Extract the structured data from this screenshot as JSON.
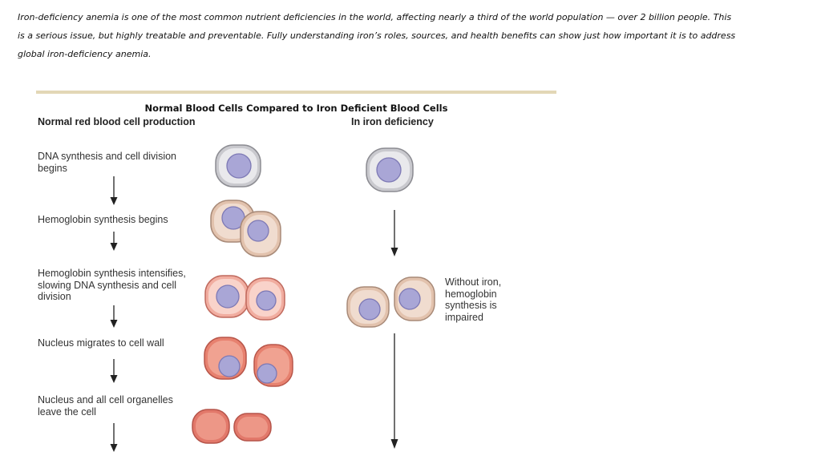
{
  "intro": {
    "paragraph": "Iron-deficiency anemia is one of the most common nutrient deficiencies in the world, affecting nearly a third of the world population — over 2 billion people. This is a serious issue, but highly treatable and preventable. Fully understanding iron’s roles, sources, and health benefits can show just how important it is to address global iron-deficiency anemia."
  },
  "figure": {
    "title": "Normal Blood Cells Compared to Iron Deficient Blood Cells",
    "left_header": "Normal red blood cell production",
    "right_header": "In iron deficiency",
    "steps": [
      "DNA synthesis and cell division begins",
      "Hemoglobin synthesis begins",
      "Hemoglobin synthesis intensifies, slowing DNA synthesis and cell division",
      "Nucleus migrates to cell wall",
      "Nucleus and all cell organelles leave the cell"
    ],
    "deficiency_note": "Without iron, hemoglobin synthesis is impaired"
  },
  "colors": {
    "rule": "#e3d7b6",
    "nucleus": "#a9a6d6",
    "cell_gray": "#c9c9ce",
    "cell_tan": "#d9b69f",
    "cell_pink": "#f1ada0",
    "cell_red": "#e2786a"
  },
  "icons": [
    "down-arrow-icon",
    "blood-cell-icon"
  ]
}
